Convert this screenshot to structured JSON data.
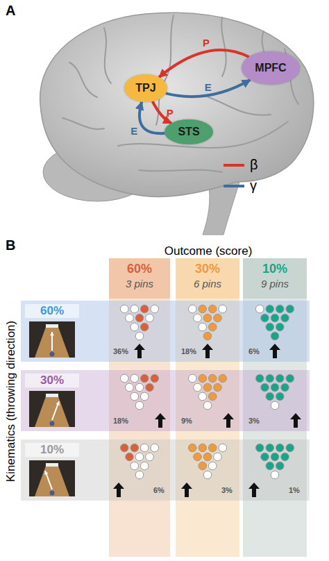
{
  "diagram": {
    "nodes": [
      {
        "text": [
          "TPJ"
        ]
      },
      {
        "text": [
          "MPFC"
        ]
      },
      {
        "text": [
          "STS"
        ]
      },
      {
        "text": [
          "60%",
          "3 pins"
        ]
      },
      {
        "text": [
          "30%",
          "6 pins"
        ]
      },
      {
        "text": [
          "10%",
          "9 pins"
        ]
      },
      {
        "text": [
          "60%"
        ]
      },
      {
        "text": [
          "30%"
        ]
      },
      {
        "text": [
          "10%"
        ]
      }
    ],
    "edges": [
      {
        "from": 1,
        "to": 0,
        "label": "P",
        "arrow": "to"
      },
      {
        "from": 0,
        "to": 1,
        "label": "E",
        "arrow": "to"
      },
      {
        "from": 0,
        "to": 2,
        "label": "P",
        "arrow": "to"
      },
      {
        "from": 2,
        "to": 0,
        "label": "E",
        "arrow": "to"
      }
    ],
    "labels": [
      "A",
      "B",
      "Outcome (score)",
      "Kinematics (throwing direction)",
      "36%",
      "18%",
      "6%",
      "18%",
      "9%",
      "3%",
      "6%",
      "3%",
      "1%"
    ],
    "legend": [
      {
        "text": "β"
      },
      {
        "text": "γ"
      }
    ]
  }
}
